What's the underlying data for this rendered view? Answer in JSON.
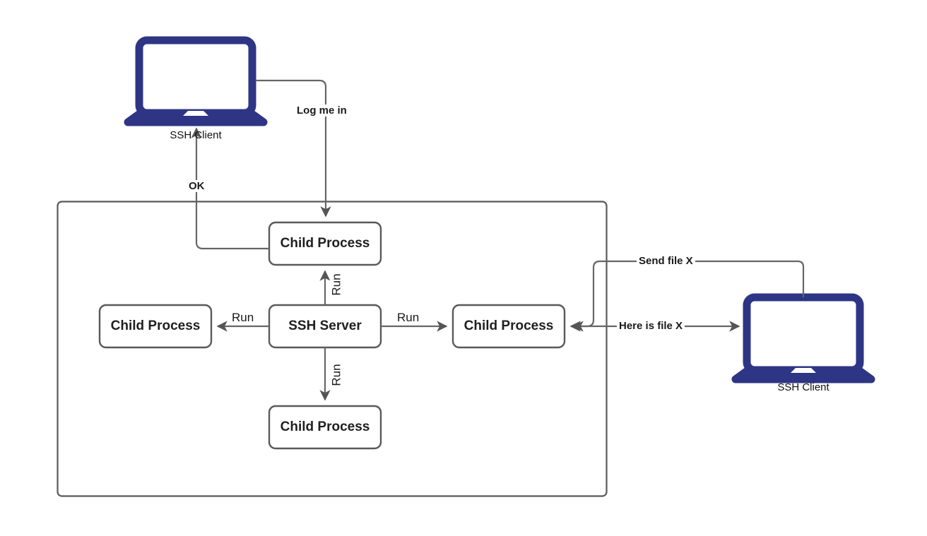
{
  "diagram": {
    "title": "SSH Server child process architecture",
    "colors": {
      "laptop_blue": "#2e3584",
      "box_stroke": "#595959",
      "line_stroke": "#666666",
      "text": "#1a1a1a",
      "background": "#ffffff"
    },
    "clients": [
      {
        "id": "client-left",
        "label": "SSH Client",
        "icon": "laptop-icon"
      },
      {
        "id": "client-right",
        "label": "SSH Client",
        "icon": "laptop-icon"
      }
    ],
    "container": {
      "name": "ssh-server-host-boundary",
      "label": ""
    },
    "nodes": [
      {
        "id": "child-top",
        "label": "Child Process"
      },
      {
        "id": "server",
        "label": "SSH Server"
      },
      {
        "id": "child-left",
        "label": "Child Process"
      },
      {
        "id": "child-right",
        "label": "Child Process"
      },
      {
        "id": "child-bottom",
        "label": "Child Process"
      }
    ],
    "edges": [
      {
        "id": "edge-login",
        "label": "Log me in",
        "from": "client-left",
        "to": "child-top",
        "orientation": "horizontal"
      },
      {
        "id": "edge-ok",
        "label": "OK",
        "from": "child-top",
        "to": "client-left",
        "orientation": "horizontal"
      },
      {
        "id": "edge-run-up",
        "label": "Run",
        "from": "server",
        "to": "child-top",
        "orientation": "vertical"
      },
      {
        "id": "edge-run-down",
        "label": "Run",
        "from": "server",
        "to": "child-bottom",
        "orientation": "vertical"
      },
      {
        "id": "edge-run-left",
        "label": "Run",
        "from": "server",
        "to": "child-left",
        "orientation": "horizontal"
      },
      {
        "id": "edge-run-right",
        "label": "Run",
        "from": "server",
        "to": "child-right",
        "orientation": "horizontal"
      },
      {
        "id": "edge-send-file",
        "label": "Send file X",
        "from": "child-right",
        "to": "client-right",
        "orientation": "horizontal"
      },
      {
        "id": "edge-here-is-file",
        "label": "Here is file X",
        "from": "client-right",
        "to": "child-right",
        "orientation": "horizontal"
      }
    ]
  }
}
